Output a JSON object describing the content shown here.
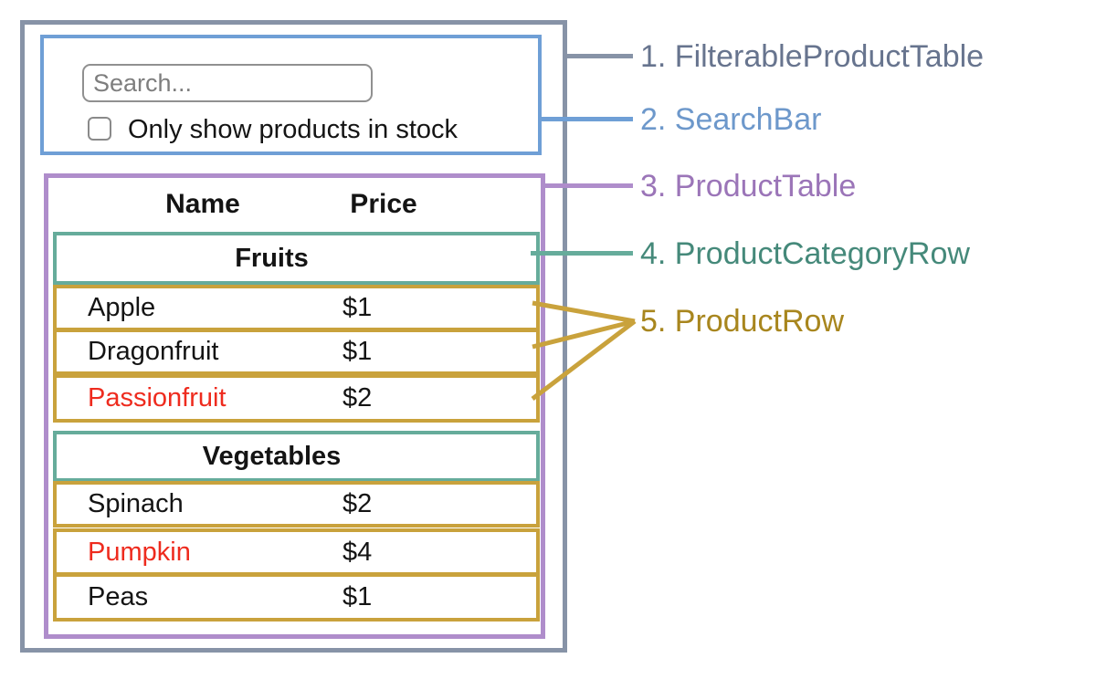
{
  "search_bar": {
    "placeholder": "Search...",
    "checkbox_label": "Only show products in stock",
    "checkbox_checked": false
  },
  "table": {
    "headers": [
      "Name",
      "Price"
    ],
    "sections": [
      {
        "category": "Fruits",
        "rows": [
          {
            "name": "Apple",
            "price": "$1"
          },
          {
            "name": "Dragonfruit",
            "price": "$1"
          },
          {
            "name": "Passionfruit",
            "price": "$2",
            "highlighted": true
          }
        ]
      },
      {
        "category": "Vegetables",
        "rows": [
          {
            "name": "Spinach",
            "price": "$2"
          },
          {
            "name": "Pumpkin",
            "price": "$4",
            "highlighted": true
          },
          {
            "name": "Peas",
            "price": "$1"
          }
        ]
      }
    ]
  },
  "legend": {
    "items": [
      {
        "label": "1. FilterableProductTable",
        "color": "#67748e"
      },
      {
        "label": "2. SearchBar",
        "color": "#6d98cb"
      },
      {
        "label": "3. ProductTable",
        "color": "#9b75b8"
      },
      {
        "label": "4. ProductCategoryRow",
        "color": "#45897a"
      },
      {
        "label": "5. ProductRow",
        "color": "#a8861e"
      }
    ]
  },
  "colors": {
    "outer_border": "#8793a7",
    "search_border": "#6f9fd6",
    "table_border": "#af8dcb",
    "category_border": "#66ac9b",
    "row_border": "#c9a23c",
    "out_of_stock_text": "#ee2b1e",
    "text": "#141414",
    "input_border": "#909090",
    "placeholder_text": "#7e7e7e"
  }
}
